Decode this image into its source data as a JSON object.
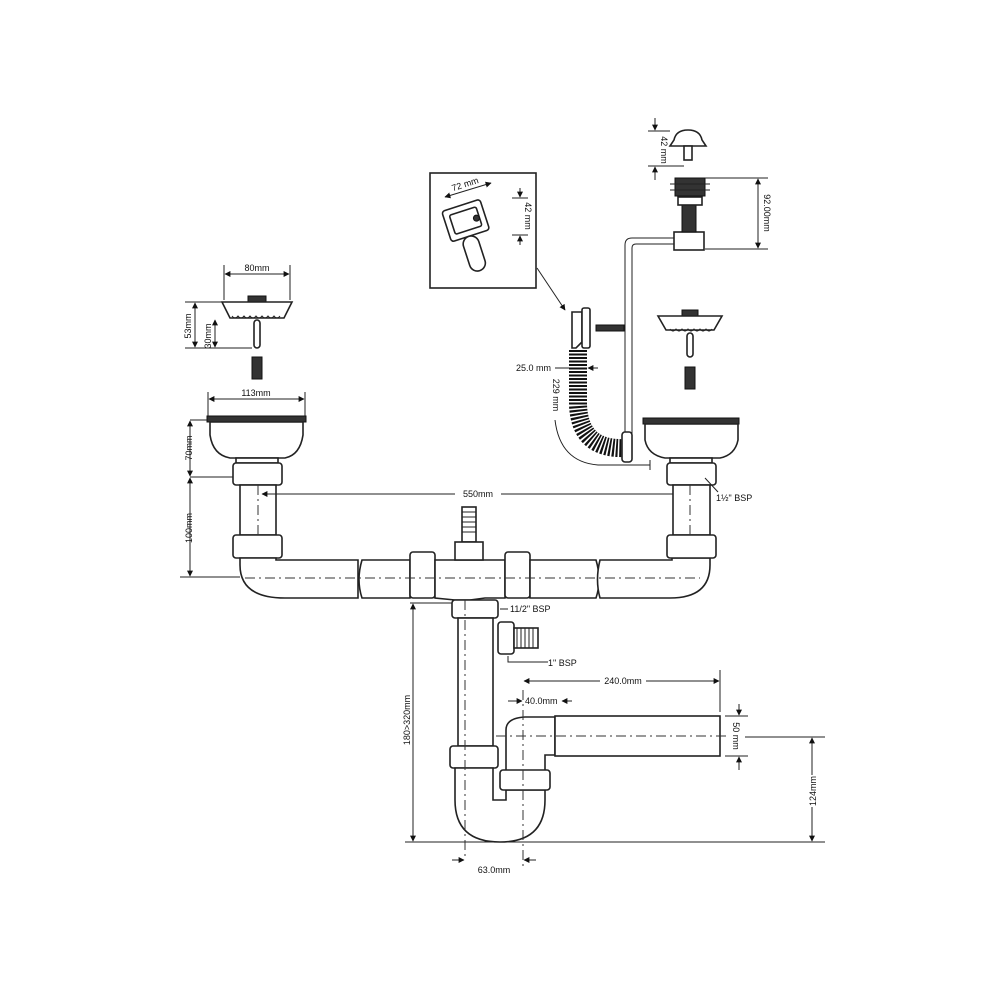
{
  "diagram": {
    "title": "Double bowl sink waste kit with overflow and bottle/P-trap",
    "labels": {
      "basket_width": "80mm",
      "basket_height": "53mm",
      "stem_length": "30mm",
      "bowl_width": "113mm",
      "bowl_depth": "70mm",
      "tail_length": "100mm",
      "center_spacing": "550mm",
      "overflow_width": "72 mm",
      "overflow_height": "42 mm",
      "knob_height": "42 mm",
      "popup_height": "92.00mm",
      "hose_diameter": "25.0 mm",
      "hose_length": "229 mm",
      "right_thread": "1½\" BSP",
      "trap_thread": "11/2\" BSP",
      "appliance_thread": "1\" BSP",
      "trap_height": "180>320mm",
      "outlet_length": "240.0mm",
      "outlet_offset": "40.0mm",
      "outlet_diameter": "50 mm",
      "outlet_height": "124mm",
      "trap_spacing": "63.0mm"
    }
  }
}
